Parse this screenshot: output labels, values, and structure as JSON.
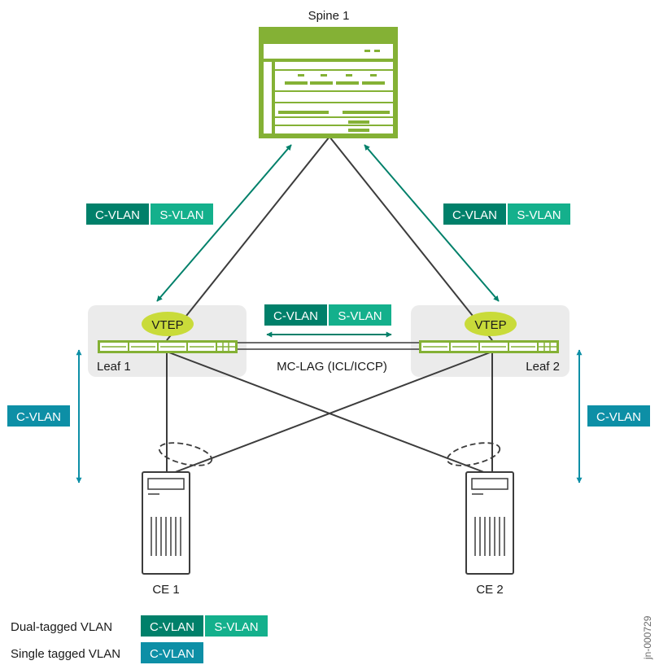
{
  "diagram": {
    "spine_label": "Spine 1",
    "leaf1_label": "Leaf 1",
    "leaf2_label": "Leaf 2",
    "vtep_label": "VTEP",
    "mclag_label": "MC-LAG (ICL/ICCP)",
    "ce1_label": "CE 1",
    "ce2_label": "CE 2",
    "cvlan": "C-VLAN",
    "svlan": "S-VLAN",
    "figure_id": "jn-000729"
  },
  "legend": {
    "dual_label": "Dual-tagged VLAN",
    "single_label": "Single tagged VLAN"
  },
  "colors": {
    "cvlan_dark": "#00806a",
    "svlan_light": "#14b08c",
    "cvlan_single": "#0d8fa6",
    "device_green": "#84b135",
    "vtep_fill": "#c9db3a",
    "line": "#3c3c3c"
  }
}
